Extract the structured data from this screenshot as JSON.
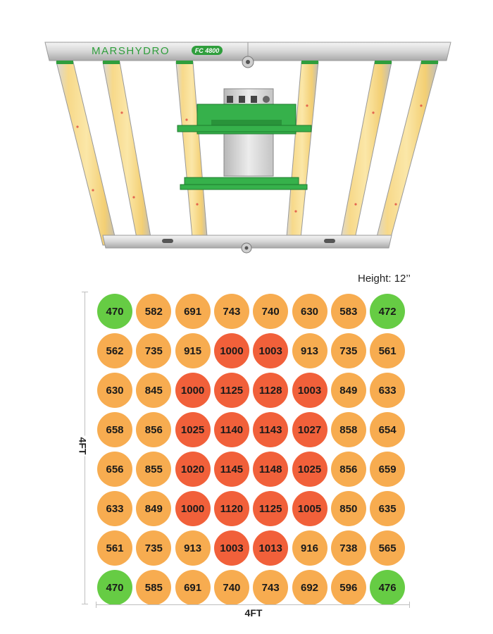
{
  "brand": {
    "name": "MARSHYDRO",
    "model": "FC 4800"
  },
  "height_label": "Height: 12’’",
  "dimensions": {
    "width": "4FT",
    "depth": "4FT"
  },
  "colors": {
    "low": "#66cc44",
    "mid": "#f7ac50",
    "high": "#f1603a",
    "brand_green": "#2f9e3c"
  },
  "chart_data": {
    "type": "heatmap",
    "title": "",
    "rows": [
      [
        470,
        582,
        691,
        743,
        740,
        630,
        583,
        472
      ],
      [
        562,
        735,
        915,
        1000,
        1003,
        913,
        735,
        561
      ],
      [
        630,
        845,
        1000,
        1125,
        1128,
        1003,
        849,
        633
      ],
      [
        658,
        856,
        1025,
        1140,
        1143,
        1027,
        858,
        654
      ],
      [
        656,
        855,
        1020,
        1145,
        1148,
        1025,
        856,
        659
      ],
      [
        633,
        849,
        1000,
        1120,
        1125,
        1005,
        850,
        635
      ],
      [
        561,
        735,
        913,
        1003,
        1013,
        916,
        738,
        565
      ],
      [
        470,
        585,
        691,
        740,
        743,
        692,
        596,
        476
      ]
    ],
    "color_bands": [
      {
        "max": 499,
        "color": "low"
      },
      {
        "max": 999,
        "color": "mid"
      },
      {
        "max": 99999,
        "color": "high"
      }
    ]
  }
}
